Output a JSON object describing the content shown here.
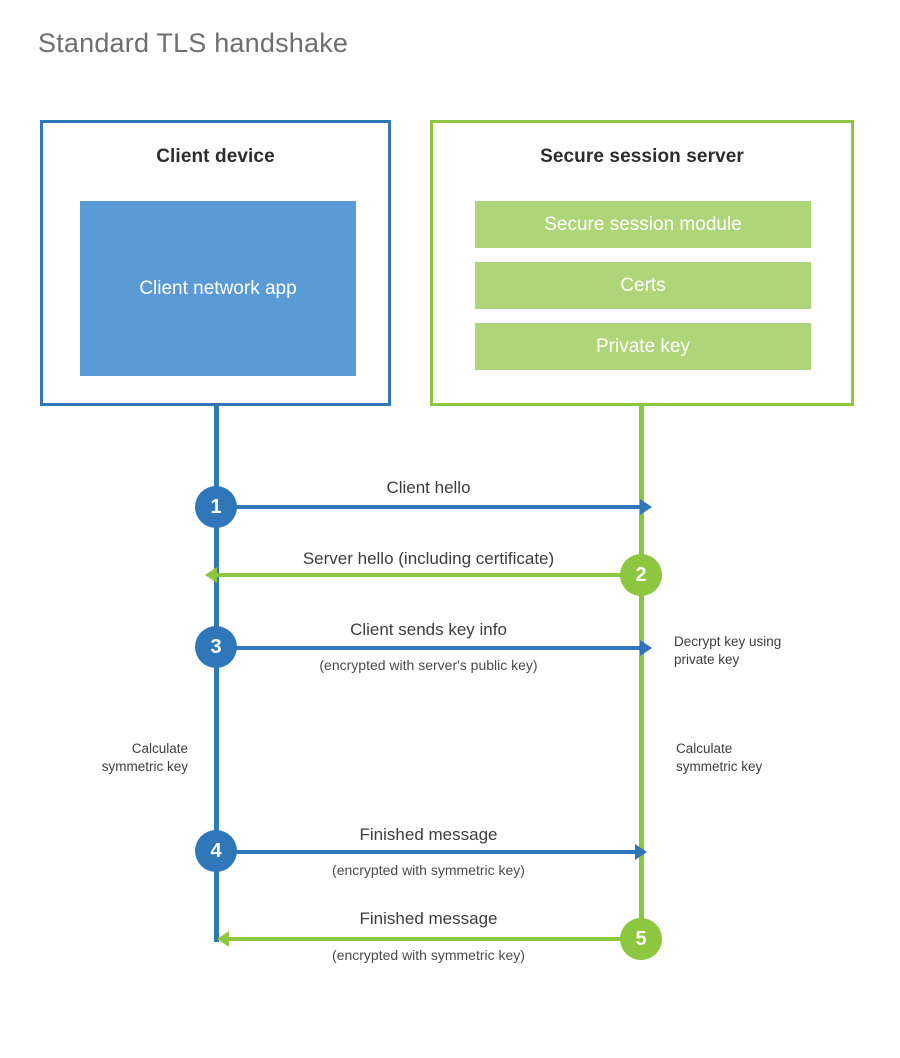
{
  "diagram": {
    "title": "Standard TLS handshake",
    "accent_blue": "#2f77b8",
    "accent_green": "#8dc63f",
    "client_app_fill": "#5b9bd5",
    "server_bar_fill": "#afd579"
  },
  "client": {
    "title": "Client device",
    "app_label": "Client network app"
  },
  "server": {
    "title": "Secure session server",
    "bars": [
      {
        "label": "Secure session module"
      },
      {
        "label": "Certs"
      },
      {
        "label": "Private key"
      }
    ]
  },
  "steps": [
    {
      "number": "1",
      "label": "Client hello",
      "sublabel": "",
      "direction": "client-to-server",
      "color": "#2f77b8"
    },
    {
      "number": "2",
      "label": "Server hello (including certificate)",
      "sublabel": "",
      "direction": "server-to-client",
      "color": "#8dc63f"
    },
    {
      "number": "3",
      "label": "Client sends key info",
      "sublabel": "(encrypted with server's public key)",
      "direction": "client-to-server",
      "color": "#2f77b8"
    },
    {
      "number": "4",
      "label": "Finished message",
      "sublabel": "(encrypted with symmetric key)",
      "direction": "client-to-server",
      "color": "#2f77b8"
    },
    {
      "number": "5",
      "label": "Finished message",
      "sublabel": "(encrypted with symmetric key)",
      "direction": "server-to-client",
      "color": "#8dc63f"
    }
  ],
  "annotations": {
    "server_decrypt": "Decrypt key using\nprivate key",
    "server_decrypt_line1": "Decrypt key using",
    "server_decrypt_line2": "private key",
    "client_calc_line1": "Calculate",
    "client_calc_line2": "symmetric key",
    "server_calc_line1": "Calculate",
    "server_calc_line2": "symmetric key"
  }
}
